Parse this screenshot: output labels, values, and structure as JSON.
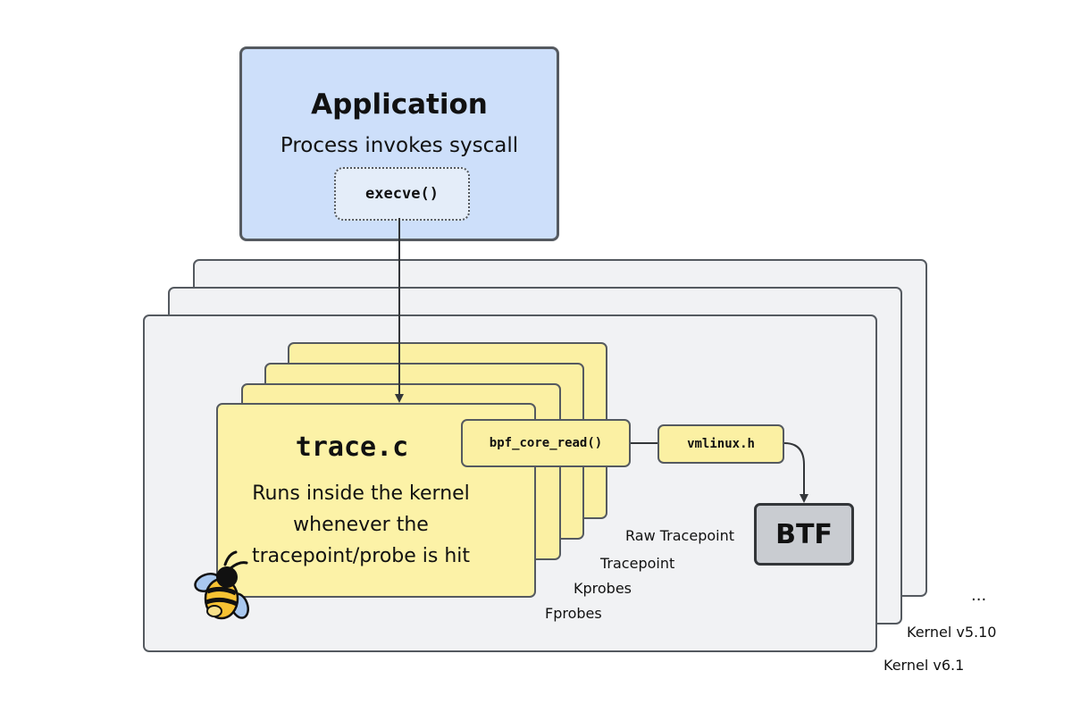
{
  "application": {
    "title": "Application",
    "subtitle": "Process invokes syscall",
    "syscall": "execve()"
  },
  "program": {
    "title": "trace.c",
    "description_lines": [
      "Runs inside the kernel",
      "whenever the",
      "tracepoint/probe is hit"
    ],
    "read_helper": "bpf_core_read()",
    "header_file": "vmlinux.h",
    "attach_types": [
      "Raw Tracepoint",
      "Tracepoint",
      "Kprobes",
      "Fprobes"
    ]
  },
  "btf": {
    "label": "BTF"
  },
  "kernels": {
    "more": "...",
    "versions": [
      "Kernel v5.10",
      "Kernel v6.1"
    ]
  },
  "icons": {
    "mascot": "bee-icon"
  },
  "colors": {
    "application_fill": "#cddffa",
    "program_fill": "#fbf0a3",
    "kernel_fill": "#f1f2f4",
    "btf_fill": "#c9ccd1",
    "stroke": "#555a60"
  }
}
